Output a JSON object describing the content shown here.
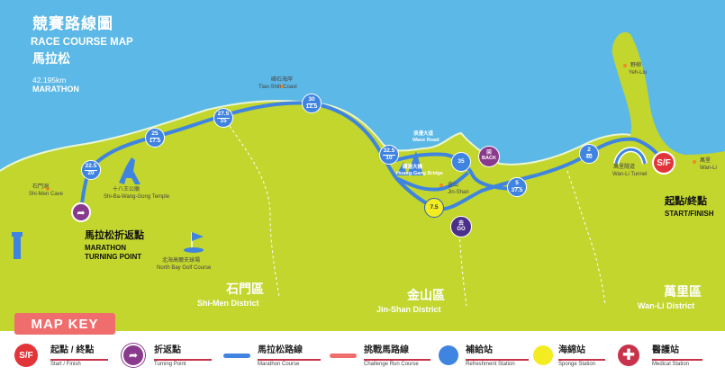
{
  "title": {
    "zh": "競賽路線圖",
    "en": "RACE COURSE MAP",
    "sub": "馬拉松",
    "distance": "42.195km",
    "kind": "MARATHON"
  },
  "colors": {
    "sea": "#5cb8e6",
    "land": "#c2d62e",
    "route": "#3f84e0",
    "challenge_route": "#f06d6d",
    "water_station": "#3f84e0",
    "sponge_station": "#f3ec22",
    "turning_point": "#8a3a8c",
    "start_finish": "#e2353a",
    "medical": "#c7334a"
  },
  "places": {
    "shimen_cave_zh": "石門洞",
    "shimen_cave_en": "Shi-Men Cave",
    "temple_zh": "十八王公廟",
    "temple_en": "Shi-Ba-Wang-Gong Temple",
    "golf_zh": "北海高爾夫球場",
    "golf_en": "North Bay Golf Course",
    "coast_zh": "磺石海岸",
    "coast_en": "Tiao-Shih Coast",
    "wave_zh": "浪漫大道",
    "wave_en": "Wave Road",
    "bridge_zh": "磺港大橋",
    "bridge_en": "Huang-Gang Bridge",
    "jinshan_zh": "金山",
    "jinshan_en": "Jin-Shan",
    "wanli_tunnel_zh": "萬里隧道",
    "wanli_tunnel_en": "Wan-Li Tunnel",
    "yeliu_zh": "野柳",
    "yeliu_en": "Yeh-Liu",
    "wanli_zh": "萬里",
    "wanli_en": "Wan-Li"
  },
  "turning_point": {
    "zh": "馬拉松折返點",
    "en": "MARATHON",
    "en2": "TURNING POINT"
  },
  "start_finish_label": {
    "zh": "起點/終點",
    "en": "START/FINISH",
    "icon": "S/F"
  },
  "districts": [
    {
      "zh": "石門區",
      "en": "Shi-Men District"
    },
    {
      "zh": "金山區",
      "en": "Jin-Shan District"
    },
    {
      "zh": "萬里區",
      "en": "Wan-Li District"
    }
  ],
  "stations": {
    "s1": {
      "a": "22.5",
      "b": "20"
    },
    "s2": {
      "a": "25",
      "b": "17.5"
    },
    "s3": {
      "a": "27.5",
      "b": "15"
    },
    "s4": {
      "a": "30",
      "b": "12.5"
    },
    "s5": {
      "a": "32.5",
      "b": "10"
    },
    "s6": {
      "a": "35"
    },
    "s7": {
      "a": "7.5"
    },
    "s8": {
      "a": "5",
      "b": "37.5"
    },
    "s9": {
      "a": "2",
      "b": "40"
    }
  },
  "markers": {
    "back_zh": "回",
    "back_en": "BACK",
    "go_zh": "去",
    "go_en": "GO"
  },
  "legend": {
    "title": "MAP KEY",
    "items": [
      {
        "icon": "S/F",
        "zh": "起點 / 終點",
        "en": "Start / Finish"
      },
      {
        "zh": "折返點",
        "en": "Turning Point"
      },
      {
        "zh": "馬拉松路線",
        "en": "Marathon Course"
      },
      {
        "zh": "挑戰馬路線",
        "en": "Challenge Run Course"
      },
      {
        "zh": "補給站",
        "en": "Refreshment Station"
      },
      {
        "zh": "海綿站",
        "en": "Sponge Station"
      },
      {
        "zh": "醫護站",
        "en": "Medical Station"
      }
    ]
  }
}
